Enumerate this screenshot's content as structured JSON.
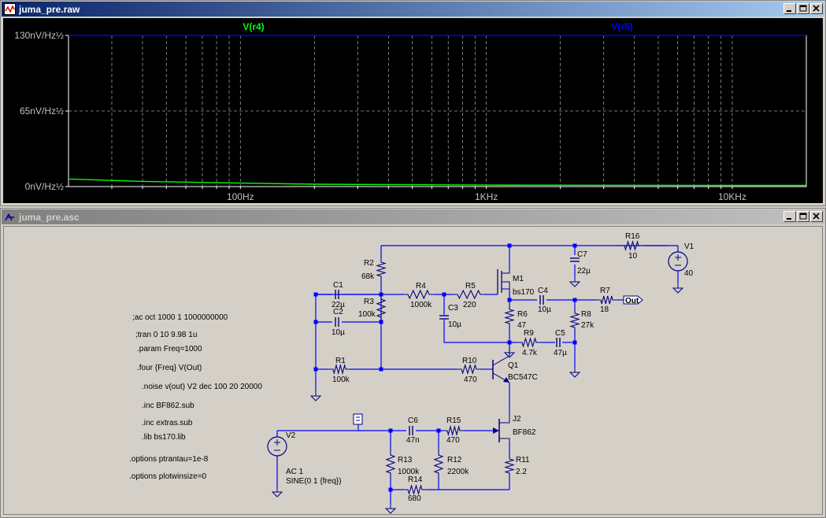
{
  "windows": {
    "plot": {
      "title": "juma_pre.raw"
    },
    "schematic": {
      "title": "juma_pre.asc"
    }
  },
  "colors": {
    "trace1": "#00ff00",
    "trace2": "#0000ff",
    "wire": "#0000ff",
    "component": "#000080",
    "plot_bg": "#000000"
  },
  "plot": {
    "trace_labels": [
      "V(r4)",
      "V(r5)"
    ],
    "y_ticks": [
      "130nV/Hz½",
      "65nV/Hz½",
      "0nV/Hz½"
    ],
    "x_ticks": [
      "100Hz",
      "1KHz",
      "10KHz"
    ]
  },
  "chart_data": {
    "type": "line",
    "title": "",
    "xlabel": "",
    "ylabel": "",
    "x_scale": "log",
    "xlim": [
      20,
      20000
    ],
    "ylim": [
      0,
      130
    ],
    "grid": true,
    "series": [
      {
        "name": "V(r4)",
        "x": [
          20,
          40,
          100,
          200,
          1000,
          10000,
          20000
        ],
        "y": [
          6.5,
          4.5,
          3,
          2,
          1.3,
          1,
          1
        ]
      },
      {
        "name": "V(r5)",
        "x": [
          20,
          20000
        ],
        "y": [
          130,
          130
        ]
      }
    ]
  },
  "schematic": {
    "directives": [
      ";ac oct 1000 1 1000000000",
      ";tran 0 10 9.98 1u",
      ".param Freq=1000",
      ".four {Freq} V(Out)",
      ".noise v(out) V2 dec 100 20 20000",
      ".inc BF862.sub",
      ".inc extras.sub",
      ".lib bs170.lib",
      ".options ptrantau=1e-8",
      ".options plotwinsize=0"
    ],
    "components": {
      "R1": {
        "name": "R1",
        "value": "100k"
      },
      "R2": {
        "name": "R2",
        "value": "68k"
      },
      "R3": {
        "name": "R3",
        "value": "100k"
      },
      "R4": {
        "name": "R4",
        "value": "1000k"
      },
      "R5": {
        "name": "R5",
        "value": "220"
      },
      "R6": {
        "name": "R6",
        "value": "47"
      },
      "R7": {
        "name": "R7",
        "value": "18"
      },
      "R8": {
        "name": "R8",
        "value": "27k"
      },
      "R9": {
        "name": "R9",
        "value": "4.7k"
      },
      "R10": {
        "name": "R10",
        "value": "470"
      },
      "R11": {
        "name": "R11",
        "value": "2.2"
      },
      "R12": {
        "name": "R12",
        "value": "2200k"
      },
      "R13": {
        "name": "R13",
        "value": "1000k"
      },
      "R14": {
        "name": "R14",
        "value": "680"
      },
      "R15": {
        "name": "R15",
        "value": "470"
      },
      "R16": {
        "name": "R16",
        "value": "10"
      },
      "C1": {
        "name": "C1",
        "value": "22µ"
      },
      "C2": {
        "name": "C2",
        "value": "10µ"
      },
      "C3": {
        "name": "C3",
        "value": "10µ"
      },
      "C4": {
        "name": "C4",
        "value": "10µ"
      },
      "C5": {
        "name": "C5",
        "value": "47µ"
      },
      "C6": {
        "name": "C6",
        "value": "47n"
      },
      "C7": {
        "name": "C7",
        "value": "22µ"
      },
      "M1": {
        "name": "M1",
        "value": "bs170"
      },
      "Q1": {
        "name": "Q1",
        "value": "BC547C"
      },
      "J2": {
        "name": "J2",
        "value": "BF862"
      },
      "V1": {
        "name": "V1",
        "value": "40"
      },
      "V2": {
        "name": "V2",
        "value1": "AC 1",
        "value2": "SINE(0 1 {freq})"
      }
    },
    "out_label": "Out"
  }
}
